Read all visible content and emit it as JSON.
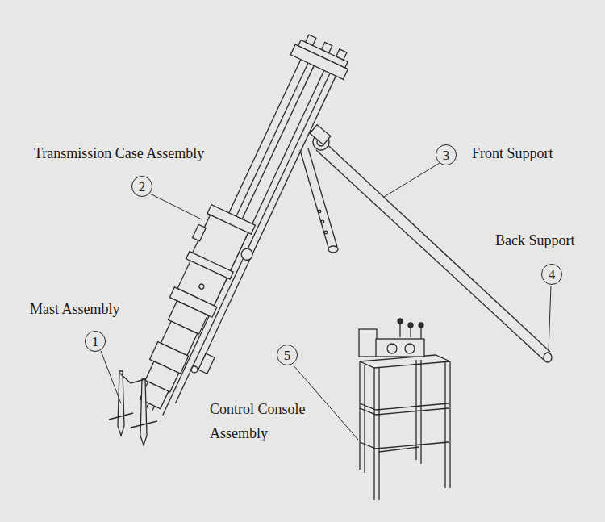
{
  "diagram": {
    "nodes": [
      {
        "text": [
          "2"
        ]
      },
      {
        "text": [
          "3"
        ]
      },
      {
        "text": [
          "4"
        ]
      },
      {
        "text": [
          "1"
        ]
      },
      {
        "text": [
          "5"
        ]
      }
    ],
    "labels": [
      "Transmission Case Assembly",
      "Front Support",
      "Back Support",
      "Mast Assembly",
      "Control Console Assembly"
    ]
  }
}
